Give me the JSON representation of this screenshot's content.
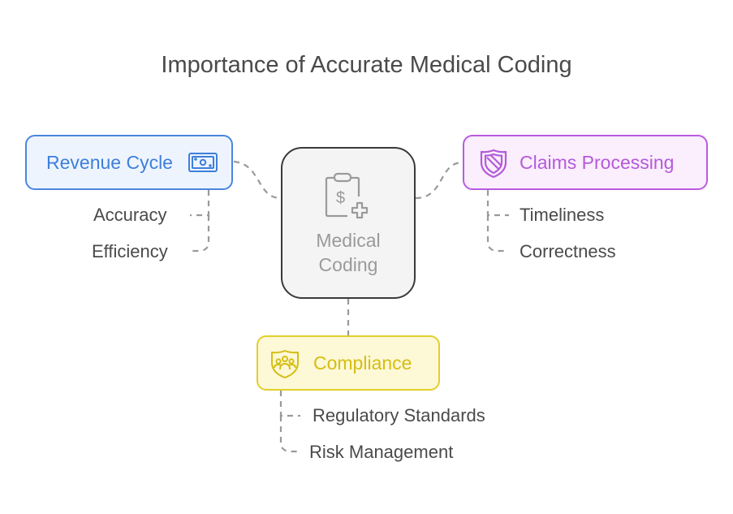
{
  "title": "Importance of Accurate Medical Coding",
  "center": {
    "label_line1": "Medical",
    "label_line2": "Coding",
    "icon": "clipboard-dollar-plus-icon"
  },
  "branches": [
    {
      "label": "Revenue Cycle",
      "icon": "banknote-icon",
      "color": "#3d7fdb",
      "items": [
        "Accuracy",
        "Efficiency"
      ]
    },
    {
      "label": "Claims Processing",
      "icon": "shield-icon",
      "color": "#b45ad9",
      "items": [
        "Timeliness",
        "Correctness"
      ]
    },
    {
      "label": "Compliance",
      "icon": "shield-people-icon",
      "color": "#d5be12",
      "items": [
        "Regulatory Standards",
        "Risk Management"
      ]
    }
  ]
}
